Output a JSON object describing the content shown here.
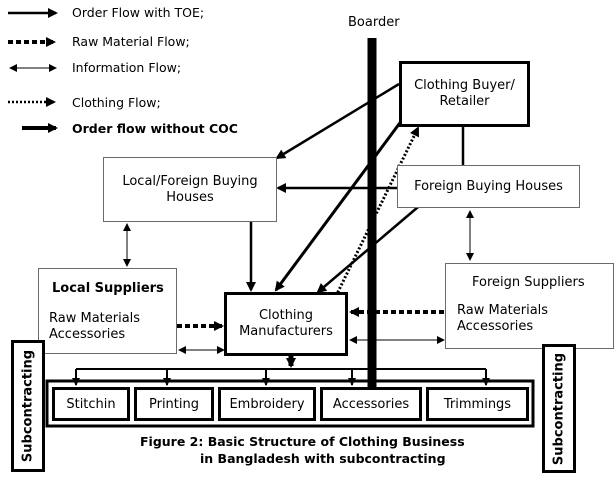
{
  "legend": {
    "order_flow_toe": "Order Flow with TOE;",
    "raw_material_flow": "Raw Material Flow;",
    "information_flow": "Information Flow;",
    "clothing_flow": "Clothing Flow;",
    "order_flow_without_coc": "Order flow without COC"
  },
  "border_label": "Boarder",
  "boxes": {
    "buyer": {
      "line1": "Clothing Buyer/",
      "line2": "Retailer"
    },
    "local_buying": {
      "line1": "Local/Foreign Buying",
      "line2": "Houses"
    },
    "foreign_buying": {
      "line1": "Foreign Buying Houses"
    },
    "local_suppliers": {
      "title": "Local Suppliers",
      "line1": "Raw Materials",
      "line2": "Accessories"
    },
    "manufacturers": {
      "line1": "Clothing",
      "line2": "Manufacturers"
    },
    "foreign_suppliers": {
      "title": "Foreign Suppliers",
      "line1": "Raw Materials",
      "line2": "Accessories"
    }
  },
  "subcontracting": {
    "left": "Subcontracting",
    "right": "Subcontracting"
  },
  "processes": [
    "Stitchin",
    "Printing",
    "Embroidery",
    "Accessories",
    "Trimmings"
  ],
  "caption": {
    "line1": "Figure 2: Basic Structure of Clothing Business",
    "line2": "in Bangladesh with subcontracting"
  }
}
